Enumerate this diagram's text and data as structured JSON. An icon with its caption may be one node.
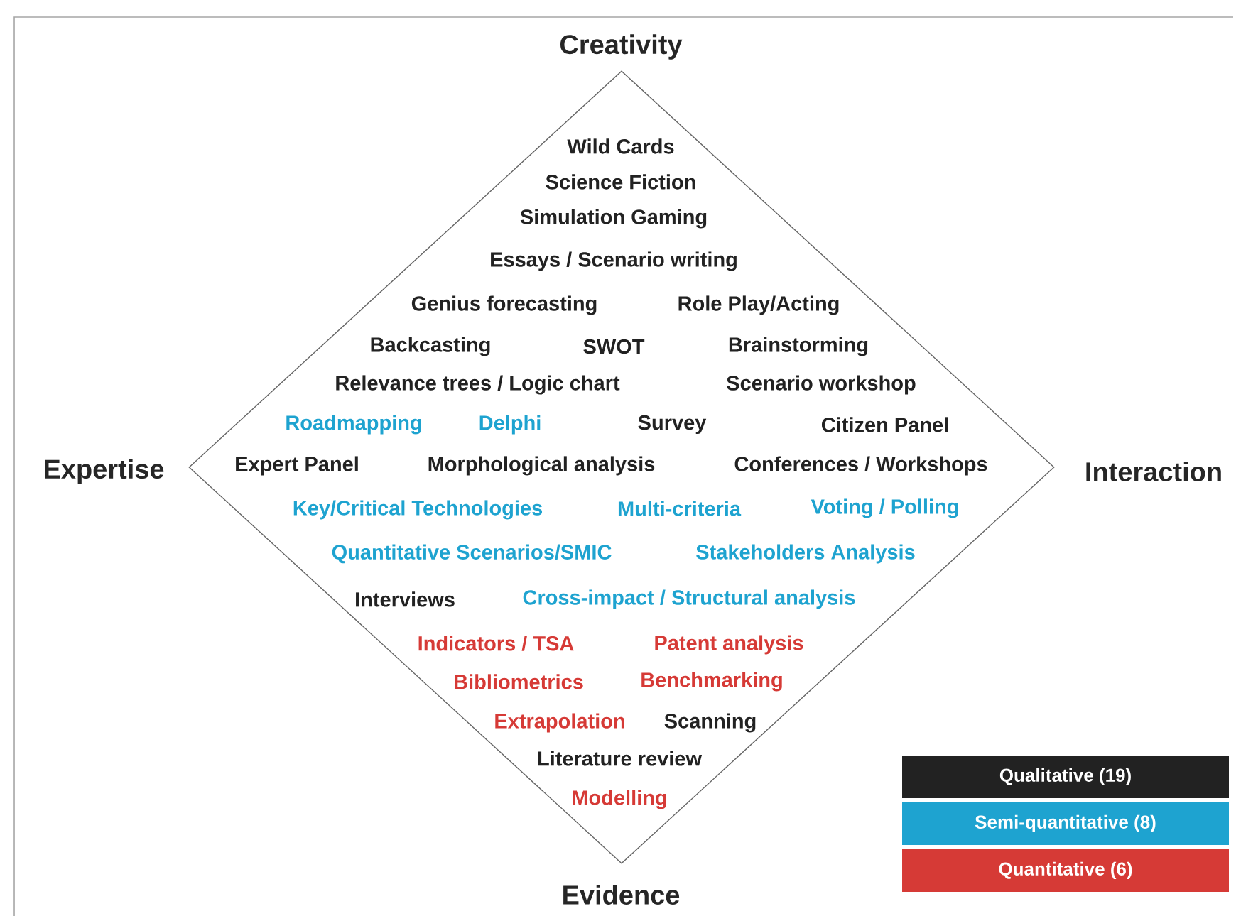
{
  "diagram": {
    "nodes": [
      {
        "text": [
          "Wild Cards",
          "Science Fiction",
          "Simulation Gaming",
          "Essays / Scenario writing",
          "Genius forecasting",
          "Role Play/Acting",
          "Backcasting",
          "SWOT",
          "Brainstorming",
          "Relevance trees / Logic chart",
          "Scenario workshop",
          "Roadmapping",
          "Delphi",
          "Survey",
          "Citizen Panel",
          "Expert Panel",
          "Morphological analysis",
          "Conferences / Workshops",
          "Key/Critical Technologies",
          "Multi-criteria",
          "Voting / Polling",
          "Quantitative Scenarios/SMIC",
          "Stakeholders Analysis",
          "Interviews",
          "Cross-impact / Structural analysis",
          "Indicators / TSA",
          "Patent analysis",
          "Bibliometrics",
          "Benchmarking",
          "Extrapolation",
          "Scanning",
          "Literature review",
          "Modelling"
        ],
        "beside": [
          "Creativity",
          "Expertise",
          "Interaction",
          "Evidence"
        ]
      }
    ],
    "legend": [
      {
        "text": "Qualitative (19)",
        "color": "#222222"
      },
      {
        "text": "Semi-quantitative (8)",
        "color": "#1ea3d0"
      },
      {
        "text": "Quantitative (6)",
        "color": "#d63a36"
      }
    ]
  }
}
